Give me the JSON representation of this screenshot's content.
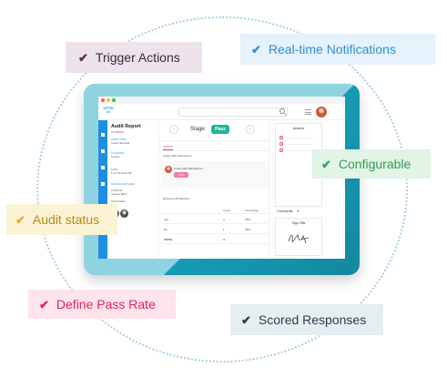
{
  "callouts": {
    "trigger_actions": "Trigger Actions",
    "realtime_notifications": "Real-time Notifications",
    "configurable": "Configurable",
    "audit_status": "Audit status",
    "define_pass_rate": "Define Pass Rate",
    "scored_responses": "Scored Responses"
  },
  "app": {
    "logo_line1": "DITTIN",
    "logo_line2": "IO"
  },
  "report": {
    "title": "Audit Report",
    "status": "Accepted",
    "audit_type_label": "AUDIT TYPE",
    "audit_type_value": "Cotton Mill Audit",
    "location_label": "LOCATION",
    "location_value": "Sydney",
    "date_label": "DATE",
    "date_value": "5 Jul 19 10:00 AM",
    "people_label": "PEOPLE INVOLVED",
    "auditor_label": "AUDITOR",
    "auditor_value": "Jasmine Berry",
    "managers_label": "MANAGERS"
  },
  "stage": {
    "label": "Stage:",
    "value": "Pass",
    "prev_icon": "‹",
    "next_icon": "›"
  },
  "center": {
    "tab": "AUDITS",
    "sub_item": "Cotton Mill Audit Report",
    "card_text": "Cotton Mill Audit Report",
    "card_badge": "75%",
    "section_title": "Response Breakdown"
  },
  "table": {
    "headers": [
      "",
      "Count",
      "Percentage"
    ],
    "rows": [
      [
        "Yes",
        "3",
        "75%"
      ],
      [
        "No",
        "1",
        "25%"
      ],
      [
        "TOTAL",
        "4",
        ""
      ]
    ]
  },
  "right": {
    "actions_title": "Actions",
    "comments_label": "Comments",
    "comments_toggle": "▾",
    "signoff_title": "Sign Offs"
  },
  "colors": {
    "accent_blue": "#1e8fe0",
    "pass_green": "#1fb59a",
    "pink": "#e0447a",
    "tablet_teal": "#169bb5"
  }
}
